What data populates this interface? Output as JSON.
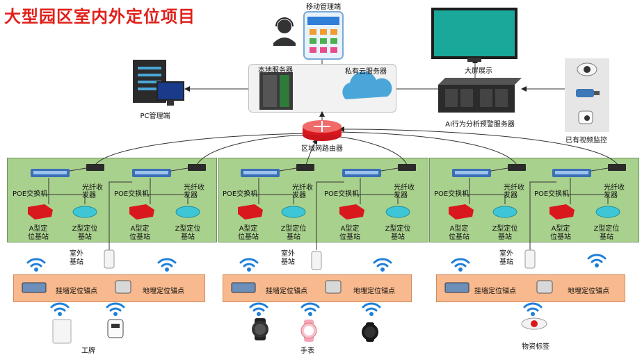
{
  "title": "大型园区室内外定位项目",
  "top": {
    "mobile": "移动管理端",
    "local_server": "本地服务器",
    "cloud_server": "私有云服务器",
    "pc": "PC管理端",
    "big_screen": "大屏展示",
    "ai_server": "AI行为分析预警服务器",
    "cctv": "已有视频监控",
    "router": "区域网路由器"
  },
  "groups": [
    {
      "units": [
        {
          "switch": "POE交换机",
          "fiber": "光纤收\n发器",
          "a_station": "A型定\n位基站",
          "z_station": "Z型定位\n基站"
        },
        {
          "switch": "POE交换机",
          "fiber": "光纤收\n发器",
          "a_station": "A型定\n位基站",
          "z_station": "Z型定位\n基站"
        }
      ],
      "outdoor": "室外\n基站",
      "wall_anchor": "挂墙定位锚点",
      "ground_anchor": "地埋定位锚点"
    },
    {
      "units": [
        {
          "switch": "POE交换机",
          "fiber": "光纤收\n发器",
          "a_station": "A型定\n位基站",
          "z_station": "Z型定位\n基站"
        },
        {
          "switch": "POE交换机",
          "fiber": "光纤收\n发器",
          "a_station": "A型定\n位基站",
          "z_station": "Z型定位\n基站"
        }
      ],
      "outdoor": "室外\n基站",
      "wall_anchor": "挂墙定位锚点",
      "ground_anchor": "地埋定位锚点"
    },
    {
      "units": [
        {
          "switch": "POE交换机",
          "fiber": "光纤收\n发器",
          "a_station": "A型定\n位基站",
          "z_station": "Z型定位\n基站"
        },
        {
          "switch": "POE交换机",
          "fiber": "光纤收\n发器",
          "a_station": "A型定\n位基站",
          "z_station": "Z型定位\n基站"
        }
      ],
      "outdoor": "室外\n基站",
      "wall_anchor": "挂墙定位锚点",
      "ground_anchor": "地埋定位锚点"
    }
  ],
  "devices": {
    "badge": "工牌",
    "watch": "手表",
    "asset_tag": "物资标签"
  },
  "colors": {
    "title": "#e0201b",
    "panel": "#a9d18e",
    "anchor_strip": "#f7b98d",
    "a_station": "#d9181e",
    "z_station": "#3ec6d6",
    "wifi": "#1f7fd8",
    "switch": "#3a6fb5",
    "screen": "#1aa89a"
  }
}
